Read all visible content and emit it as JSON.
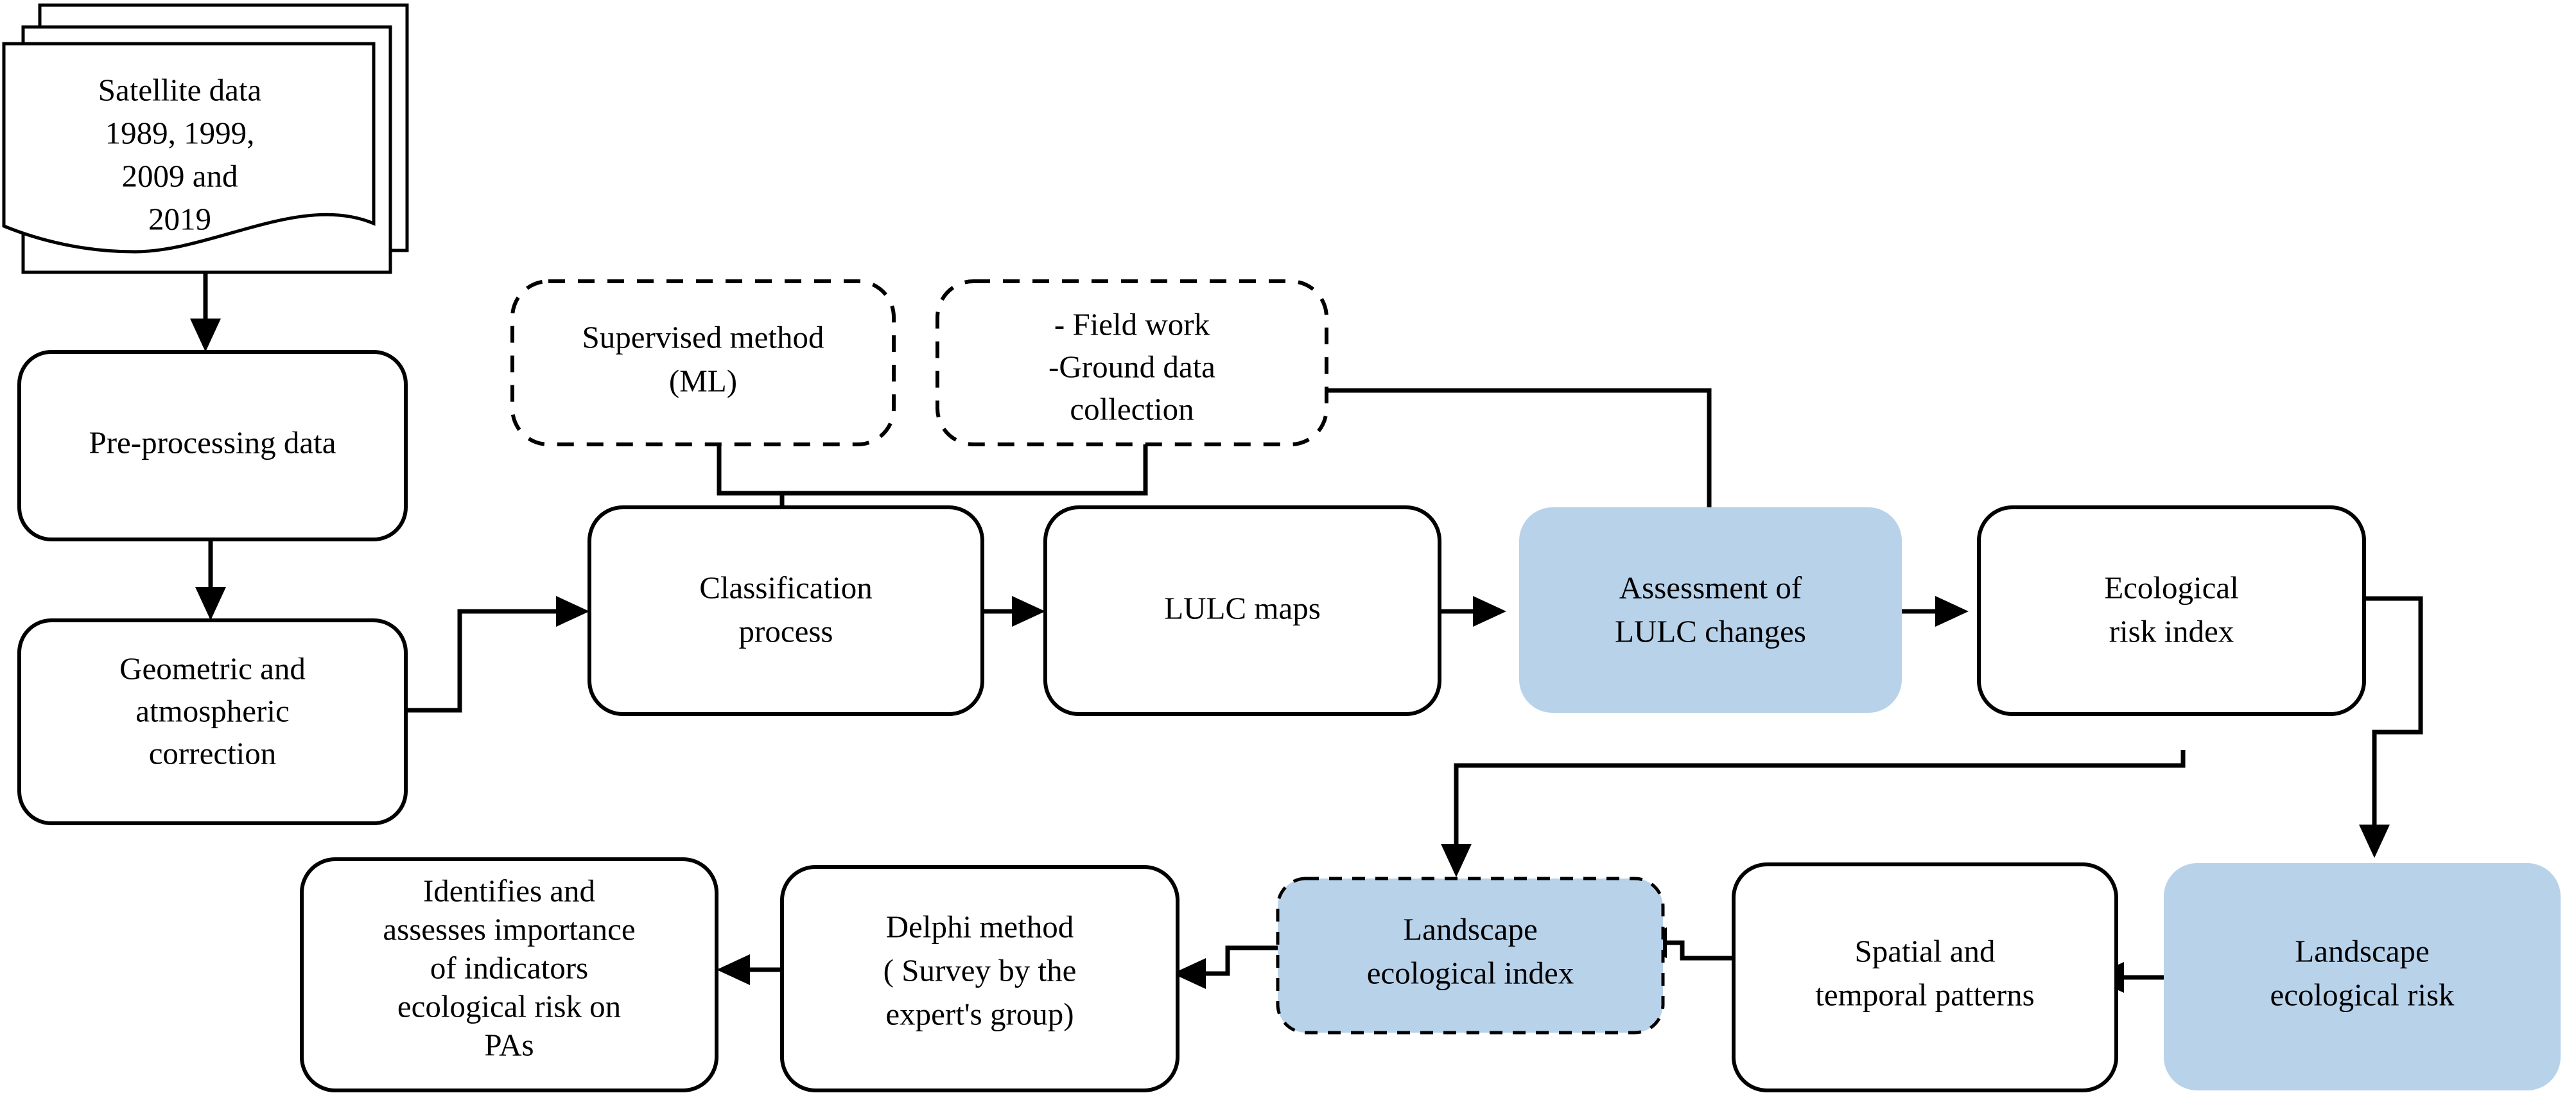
{
  "diagram": {
    "title": "Methodology flowchart for landscape ecological risk assessment",
    "accent_blue": "#b8d2ea",
    "line_color": "#000000",
    "background": "#ffffff"
  },
  "nodes": {
    "satellite_data": {
      "label_lines": [
        "Satellite data",
        "1989, 1999,",
        "2009 and",
        "2019"
      ],
      "shape": "multi-document",
      "style": "white"
    },
    "preprocessing": {
      "label_lines": [
        "Pre-processing data"
      ],
      "shape": "rounded-rect",
      "style": "white"
    },
    "geometric_correction": {
      "label_lines": [
        "Geometric and",
        "atmospheric",
        "correction"
      ],
      "shape": "rounded-rect",
      "style": "white"
    },
    "supervised_method": {
      "label_lines": [
        "Supervised method",
        "(ML)"
      ],
      "shape": "rounded-rect",
      "style": "dashed"
    },
    "field_work": {
      "label_lines": [
        "- Field work",
        "-Ground data",
        "collection"
      ],
      "shape": "rounded-rect",
      "style": "dashed"
    },
    "classification_process": {
      "label_lines": [
        "Classification",
        "process"
      ],
      "shape": "rounded-rect",
      "style": "white"
    },
    "lulc_maps": {
      "label_lines": [
        "LULC maps"
      ],
      "shape": "rounded-rect",
      "style": "white"
    },
    "assessment_lulc_changes": {
      "label_lines": [
        "Assessment of",
        "LULC changes"
      ],
      "shape": "rounded-rect",
      "style": "blue"
    },
    "ecological_risk_index": {
      "label_lines": [
        "Ecological",
        "risk index"
      ],
      "shape": "rounded-rect",
      "style": "white"
    },
    "landscape_ecological_index": {
      "label_lines": [
        "Landscape",
        "ecological index"
      ],
      "shape": "rounded-rect",
      "style": "blue-dashed"
    },
    "spatial_temporal_patterns": {
      "label_lines": [
        "Spatial and",
        "temporal patterns"
      ],
      "shape": "rounded-rect",
      "style": "white"
    },
    "landscape_ecological_risk": {
      "label_lines": [
        "Landscape",
        "ecological risk"
      ],
      "shape": "rounded-rect",
      "style": "blue"
    },
    "delphi_method": {
      "label_lines": [
        "Delphi method",
        "( Survey by the",
        "expert's group)"
      ],
      "shape": "rounded-rect",
      "style": "white"
    },
    "identifies_assesses": {
      "label_lines": [
        "Identifies and",
        "assesses importance",
        "of indicators",
        "ecological risk on",
        "PAs"
      ],
      "shape": "rounded-rect",
      "style": "white"
    }
  },
  "edges": [
    {
      "from": "satellite_data",
      "to": "preprocessing",
      "kind": "arrow-down"
    },
    {
      "from": "preprocessing",
      "to": "geometric_correction",
      "kind": "arrow-down"
    },
    {
      "from": "geometric_correction",
      "to": "classification_process",
      "kind": "elbow-right"
    },
    {
      "from": "supervised_method",
      "to": "classification_process",
      "kind": "merge-down"
    },
    {
      "from": "field_work",
      "to": "classification_process",
      "kind": "merge-down"
    },
    {
      "from": "field_work",
      "to": "assessment_lulc_changes",
      "kind": "elbow-down"
    },
    {
      "from": "classification_process",
      "to": "lulc_maps",
      "kind": "arrow-right"
    },
    {
      "from": "lulc_maps",
      "to": "assessment_lulc_changes",
      "kind": "arrow-right"
    },
    {
      "from": "assessment_lulc_changes",
      "to": "ecological_risk_index",
      "kind": "arrow-right"
    },
    {
      "from": "ecological_risk_index",
      "to": "landscape_ecological_index",
      "kind": "elbow-down-left"
    },
    {
      "from": "ecological_risk_index",
      "to": "landscape_ecological_risk",
      "kind": "elbow-down-right"
    },
    {
      "from": "landscape_ecological_risk",
      "to": "spatial_temporal_patterns",
      "kind": "arrow-left"
    },
    {
      "from": "spatial_temporal_patterns",
      "to": "landscape_ecological_index",
      "kind": "arrow-left"
    },
    {
      "from": "landscape_ecological_index",
      "to": "delphi_method",
      "kind": "arrow-left"
    },
    {
      "from": "delphi_method",
      "to": "identifies_assesses",
      "kind": "arrow-left"
    }
  ]
}
